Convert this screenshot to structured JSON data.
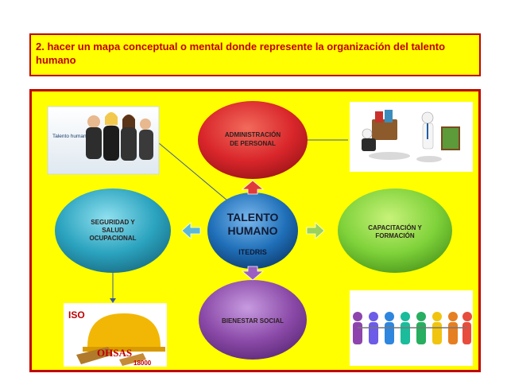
{
  "title": {
    "line1": "2. hacer un mapa conceptual o mental donde represente la organización del talento",
    "line2": "humano"
  },
  "diagram": {
    "center": {
      "line1": "TALENTO",
      "line2": "HUMANO",
      "brand": "ITEDRIS"
    },
    "nodes": {
      "top": {
        "line1": "ADMINISTRACIÓN",
        "line2": "DE PERSONAL"
      },
      "right": {
        "line1": "CAPACITACIÓN Y",
        "line2": "FORMACIÓN"
      },
      "bottom": {
        "line1": "BIENESTAR SOCIAL"
      },
      "left": {
        "line1": "SEGURIDAD Y",
        "line2": "SALUD",
        "line3": "OCUPACIONAL"
      }
    },
    "photos": {
      "top_left_caption": "Talento humano",
      "bottom_left_text1": "ISO",
      "bottom_left_text2": "OHSAS",
      "bottom_left_text3": "18000"
    }
  },
  "colors": {
    "title_text": "#c00000",
    "border": "#c00000",
    "background": "#ffff00",
    "node_red": "#d9262b",
    "node_green": "#7fd23a",
    "node_purple": "#8b4aa8",
    "node_teal": "#2ba3bf",
    "center_blue": "#1f6fb8"
  }
}
